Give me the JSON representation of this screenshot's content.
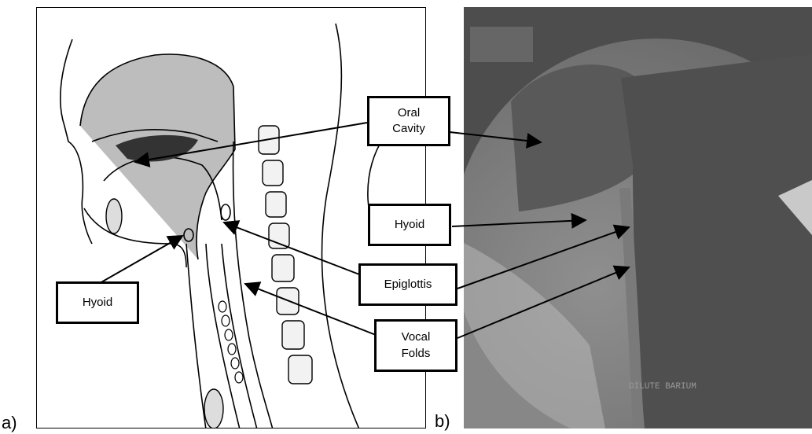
{
  "panels": {
    "a_label": "a)",
    "b_label": "b)"
  },
  "callouts": {
    "oral_cavity": "Oral\nCavity",
    "hyoid_center": "Hyoid",
    "hyoid_left": "Hyoid",
    "epiglottis": "Epiglottis",
    "vocal_folds": "Vocal\nFolds"
  },
  "xray_text": "DILUTE BARIUM",
  "colors": {
    "line": "#000000",
    "shade": "#bdbdbd",
    "xray_dark": "#555555",
    "xray_light": "#c9c9c9"
  }
}
